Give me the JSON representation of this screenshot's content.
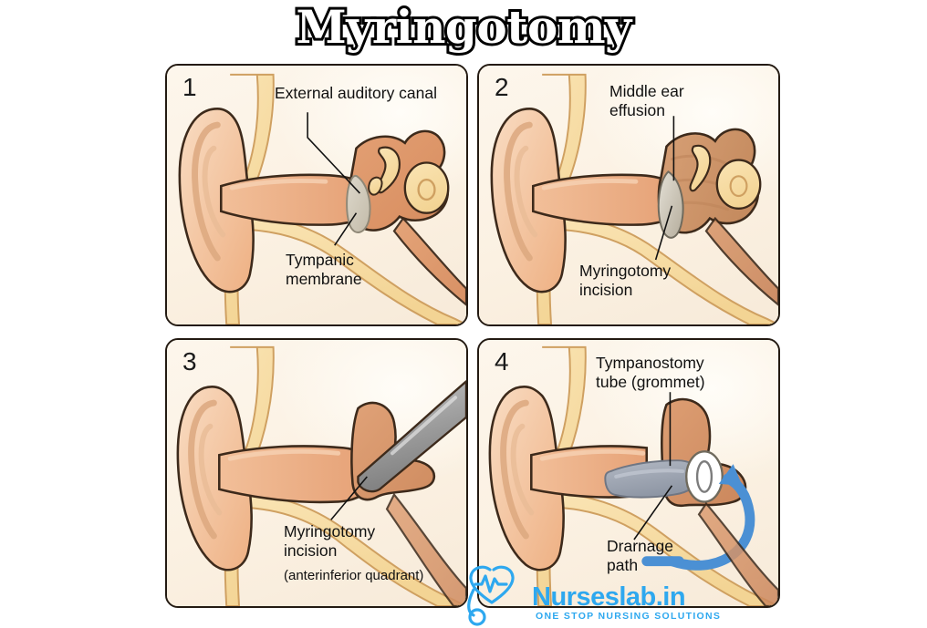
{
  "page": {
    "title": "Myringotomy",
    "background_color": "#ffffff"
  },
  "palette": {
    "outline": "#3d2a1b",
    "skin_light": "#f7d3b2",
    "skin_mid": "#eeb288",
    "canal": "#e8a87c",
    "middle_ear": "#dd9567",
    "bone_cream": "#f7dfa9",
    "membrane_grey": "#cfcabb",
    "instrument_grey": "#9a9a9a",
    "tube_grey": "#9aa3b0",
    "arrow_blue": "#4b90d4",
    "brand_blue": "#2ea8ef",
    "panel_bg": "#fdf5e9",
    "panel_border": "#231a12",
    "label_text": "#111111"
  },
  "panels": [
    {
      "number": "1",
      "name": "normal-ear-anatomy",
      "labels": [
        {
          "name": "external-auditory-canal",
          "text": "External auditory canal"
        },
        {
          "name": "tympanic-membrane",
          "text": "Tympanic\nmembrane"
        }
      ]
    },
    {
      "number": "2",
      "name": "middle-ear-effusion",
      "labels": [
        {
          "name": "middle-ear-effusion",
          "text": "Middle ear\neffusion"
        },
        {
          "name": "myringotomy-incision",
          "text": "Myringotomy\nincision"
        }
      ]
    },
    {
      "number": "3",
      "name": "myringotomy-incision-procedure",
      "labels": [
        {
          "name": "myringotomy-incision",
          "text": "Myringotomy\nincision"
        },
        {
          "name": "quadrant-note",
          "text": "(anterinferior quadrant)"
        }
      ]
    },
    {
      "number": "4",
      "name": "tympanostomy-tube-placed",
      "labels": [
        {
          "name": "tympanostomy-tube",
          "text": "Tympanostomy\ntube (grommet)"
        },
        {
          "name": "drainage-path",
          "text": "Drarnage\npath"
        }
      ]
    }
  ],
  "watermark": {
    "brand": "Nurseslab.in",
    "tagline": "ONE STOP NURSING SOLUTIONS",
    "logo_icon": "heart-stethoscope-icon"
  }
}
